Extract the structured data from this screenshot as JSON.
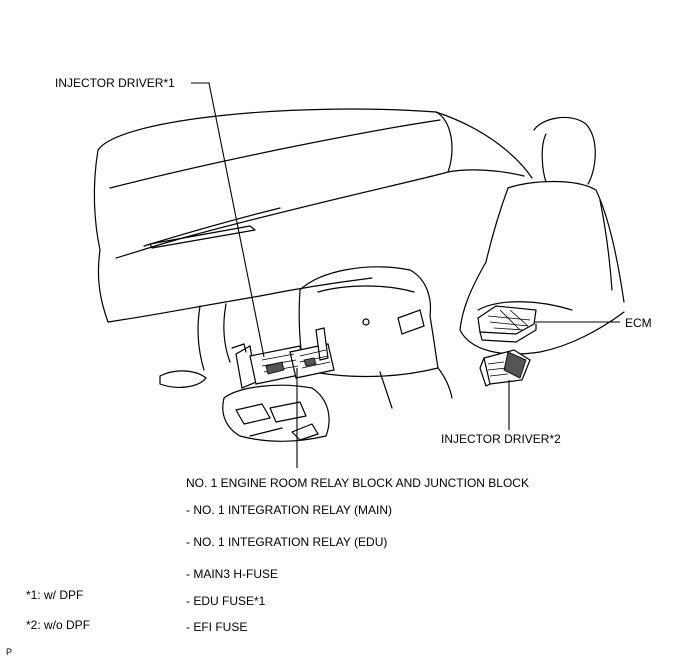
{
  "labels": {
    "injector_driver_1": "INJECTOR DRIVER*1",
    "ecm": "ECM",
    "injector_driver_2": "INJECTOR DRIVER*2",
    "relay_block": "NO. 1 ENGINE ROOM RELAY BLOCK AND JUNCTION BLOCK",
    "relay_items": [
      "- NO. 1 INTEGRATION RELAY (MAIN)",
      "- NO. 1 INTEGRATION RELAY (EDU)",
      "- MAIN3 H-FUSE",
      "- EDU FUSE*1",
      "- EFI FUSE"
    ]
  },
  "notes": [
    "*1: w/ DPF",
    "*2: w/o DPF"
  ],
  "corner_code": "P"
}
